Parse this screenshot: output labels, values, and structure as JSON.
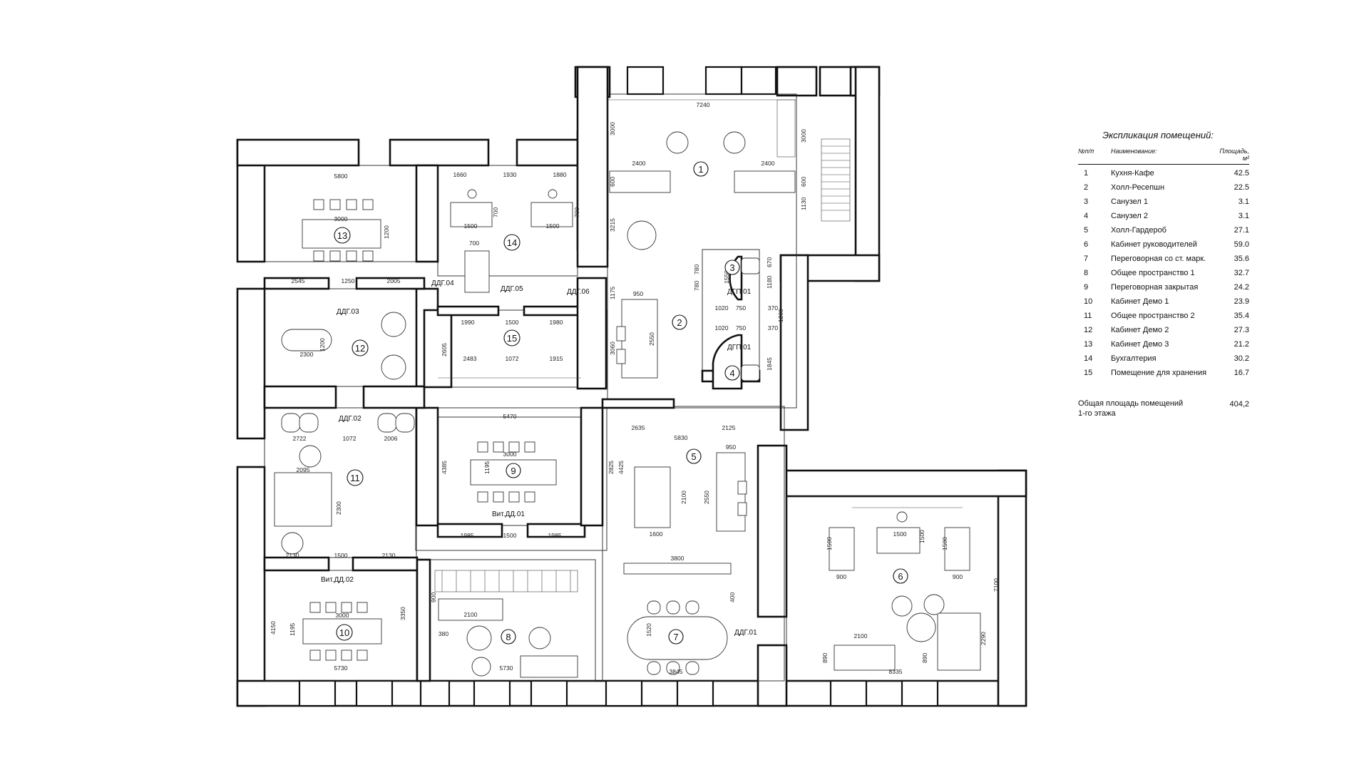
{
  "legend": {
    "title": "Экспликация помещений:",
    "headers": {
      "num": "№п/п",
      "name": "Наименование:",
      "area": "Площадь, м²"
    },
    "rows": [
      {
        "num": "1",
        "name": "Кухня-Кафе",
        "area": "42.5"
      },
      {
        "num": "2",
        "name": "Холл-Ресепшн",
        "area": "22.5"
      },
      {
        "num": "3",
        "name": "Санузел  1",
        "area": "3.1"
      },
      {
        "num": "4",
        "name": "Санузел 2",
        "area": "3.1"
      },
      {
        "num": "5",
        "name": "Холл-Гардероб",
        "area": "27.1"
      },
      {
        "num": "6",
        "name": "Кабинет руководителей",
        "area": "59.0"
      },
      {
        "num": "7",
        "name": "Переговорная со ст. марк.",
        "area": "35.6"
      },
      {
        "num": "8",
        "name": "Общее пространство 1",
        "area": "32.7"
      },
      {
        "num": "9",
        "name": "Переговорная закрытая",
        "area": "24.2"
      },
      {
        "num": "10",
        "name": "Кабинет Демо 1",
        "area": "23.9"
      },
      {
        "num": "11",
        "name": "Общее пространство 2",
        "area": "35.4"
      },
      {
        "num": "12",
        "name": "Кабинет Демо 2",
        "area": "27.3"
      },
      {
        "num": "13",
        "name": "Кабинет Демо 3",
        "area": "21.2"
      },
      {
        "num": "14",
        "name": "Бухгалтерия",
        "area": "30.2"
      },
      {
        "num": "15",
        "name": "Помещение для хранения",
        "area": "16.7"
      }
    ],
    "total_label_1": "Общая площадь помещений",
    "total_label_2": "1-го этажа",
    "total_value": "404,2"
  },
  "plan": {
    "room_numbers": [
      "1",
      "2",
      "3",
      "4",
      "5",
      "6",
      "7",
      "8",
      "9",
      "10",
      "11",
      "12",
      "13",
      "14",
      "15"
    ],
    "door_labels": [
      "ДДГ.01",
      "ДДГ.02",
      "ДДГ.03",
      "ДДГ.04",
      "ДДГ.05",
      "ДДГ.06",
      "ДГП.01",
      "ДГП.01",
      "Вит.ДД.01",
      "Вит.ДД.02"
    ],
    "dimensions": [
      "7240",
      "3000",
      "3000",
      "2400",
      "2400",
      "600",
      "600",
      "1130",
      "3215",
      "1175",
      "3060",
      "950",
      "2550",
      "780",
      "780",
      "1550",
      "670",
      "1180",
      "1020",
      "750",
      "370",
      "1200",
      "370",
      "1020",
      "750",
      "1845",
      "5800",
      "3000",
      "1200",
      "2545",
      "1250",
      "2005",
      "1660",
      "1930",
      "1880",
      "700",
      "700",
      "1500",
      "1500",
      "700",
      "1990",
      "1500",
      "1980",
      "2605",
      "2483",
      "1072",
      "1915",
      "2300",
      "1200",
      "2722",
      "1072",
      "2006",
      "5470",
      "4385",
      "3000",
      "1195",
      "2825",
      "4425",
      "1985",
      "1500",
      "1985",
      "2635",
      "5830",
      "2125",
      "950",
      "2550",
      "2100",
      "1600",
      "2095",
      "2300",
      "2130",
      "1500",
      "2130",
      "3800",
      "400",
      "7100",
      "1500",
      "900",
      "1500",
      "1500",
      "900",
      "1500",
      "900",
      "900",
      "2100",
      "2290",
      "890",
      "8335",
      "890",
      "3000",
      "1195",
      "3350",
      "4150",
      "5730",
      "900",
      "2100",
      "380",
      "5730",
      "1520",
      "3845"
    ]
  }
}
